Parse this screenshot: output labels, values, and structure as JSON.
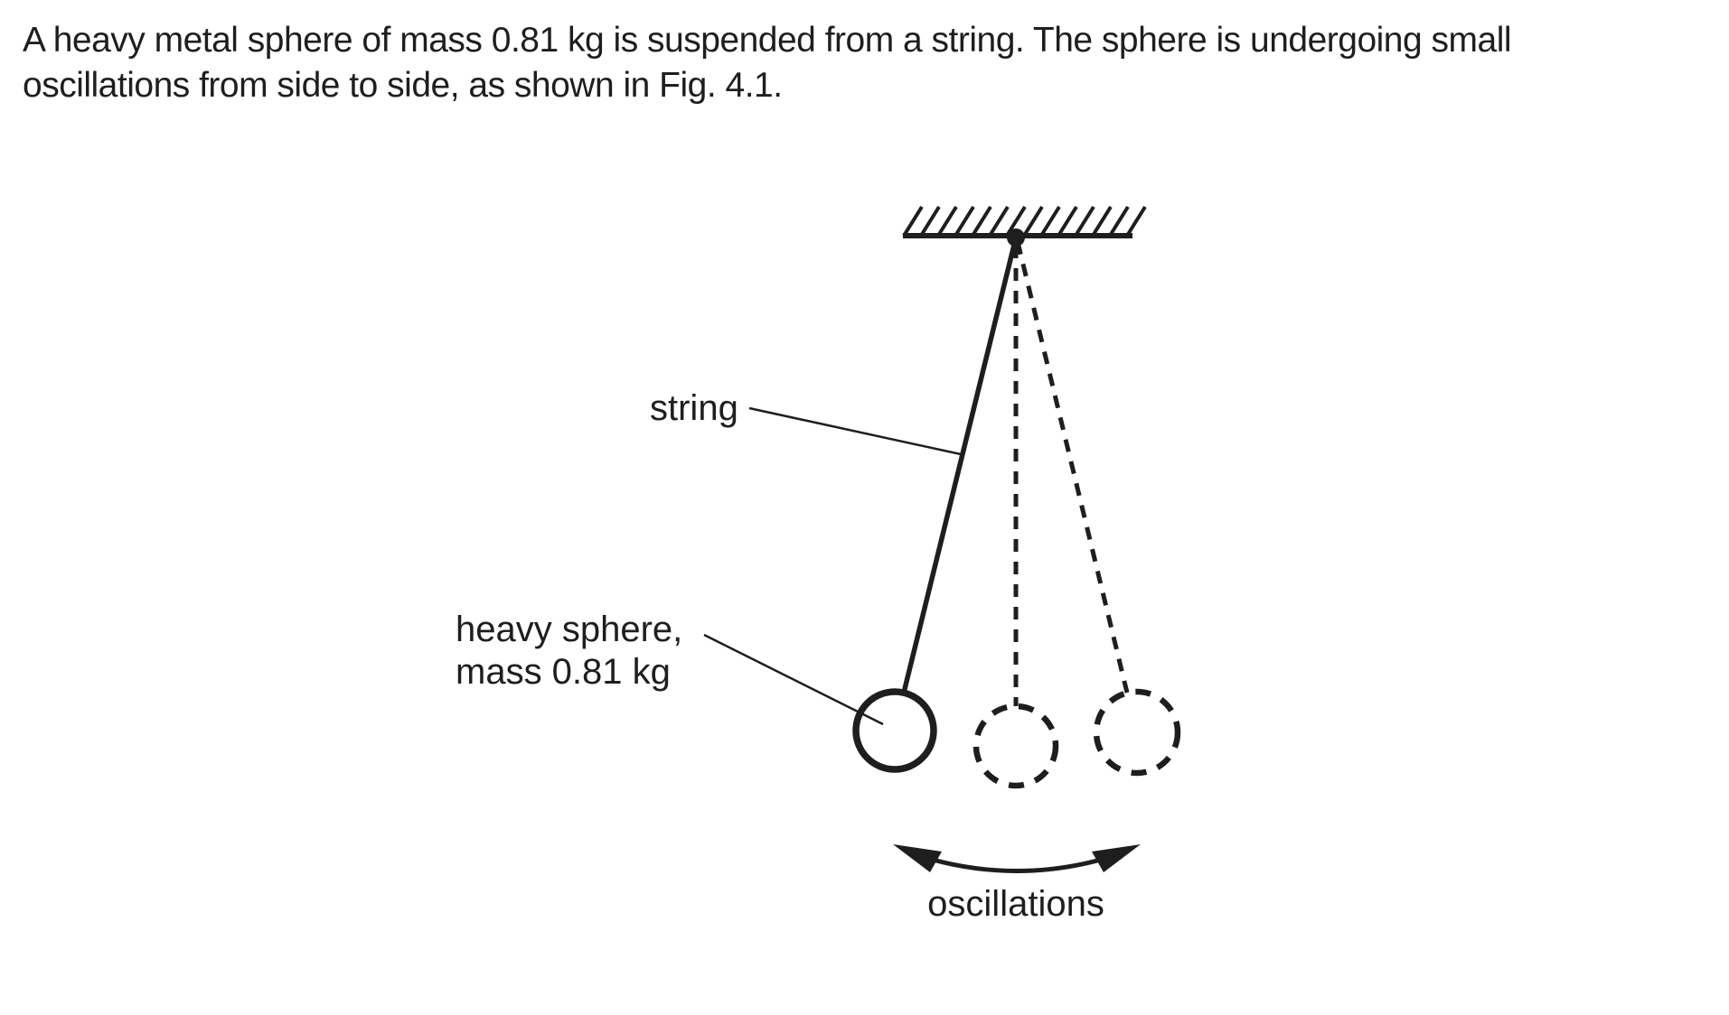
{
  "page": {
    "background": "#ffffff",
    "ink": "#1e1e1e"
  },
  "question": {
    "line1": "A heavy metal sphere of mass 0.81 kg is suspended from a string. The sphere is undergoing small",
    "line2": "oscillations from side to side, as shown in Fig. 4.1."
  },
  "figure": {
    "figure_reference": "Fig. 4.1",
    "sphere_mass_kg": "0.81",
    "string_label": "string",
    "sphere_label_line1": "heavy sphere,",
    "sphere_label_line2": "mass 0.81 kg",
    "oscillations_label": "oscillations"
  }
}
